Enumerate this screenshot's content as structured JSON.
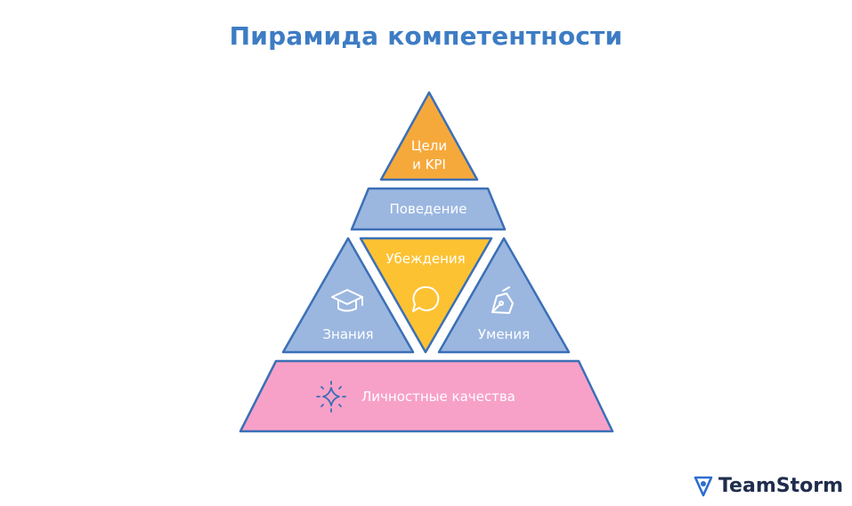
{
  "title": "Пирамида компетентности",
  "levels": {
    "goals": {
      "line1": "Цели",
      "line2": "и KPI",
      "color": "#f6a93b"
    },
    "behavior": {
      "label": "Поведение",
      "color": "#9bb7e0"
    },
    "beliefs": {
      "label": "Убеждения",
      "color": "#fdc232",
      "icon": "speech-bubble-icon"
    },
    "knowledge": {
      "label": "Знания",
      "color": "#9bb7e0",
      "icon": "graduation-cap-icon"
    },
    "skills": {
      "label": "Умения",
      "color": "#9bb7e0",
      "icon": "pen-nib-icon"
    },
    "personal": {
      "label": "Личностные качества",
      "color": "#f8a1c8",
      "icon": "sparkle-icon"
    }
  },
  "outline_color": "#3b6fb6",
  "brand": {
    "name": "TeamStorm"
  }
}
